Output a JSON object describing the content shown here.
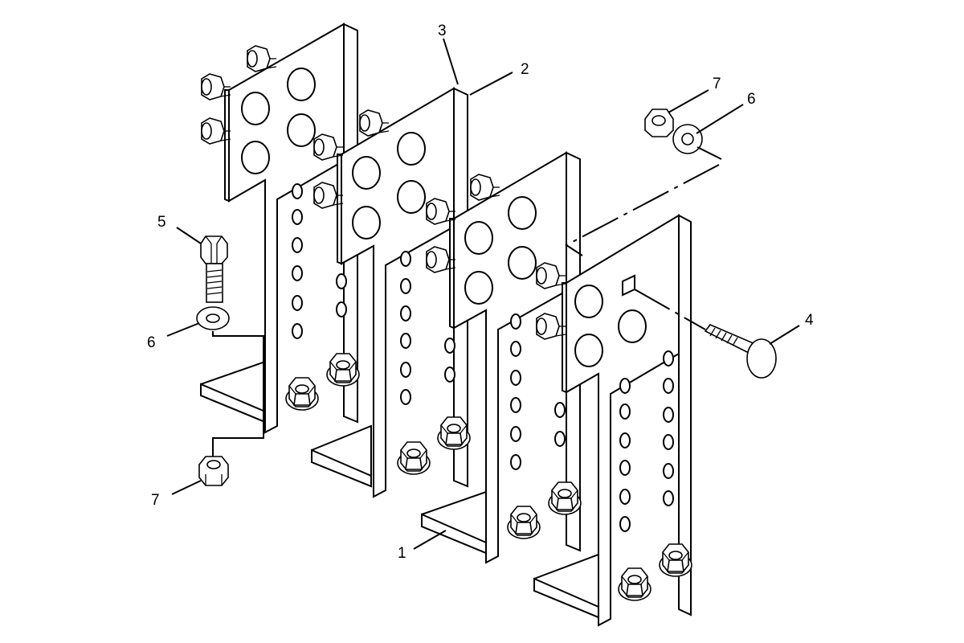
{
  "callouts": {
    "part_1": "1",
    "part_2": "2",
    "part_3": "3",
    "part_4": "4",
    "part_5": "5",
    "part_6_left": "6",
    "part_6_right": "6",
    "part_7_left": "7",
    "part_7_right": "7"
  },
  "parts_shown": [
    {
      "id": "1",
      "icon": "angle-bracket-icon"
    },
    {
      "id": "2",
      "icon": "bus-bar-plate-icon"
    },
    {
      "id": "3",
      "icon": "bus-bar-plate-icon"
    },
    {
      "id": "4",
      "icon": "carriage-bolt-icon"
    },
    {
      "id": "5",
      "icon": "hex-bolt-icon"
    },
    {
      "id": "6",
      "icon": "flat-washer-icon"
    },
    {
      "id": "7",
      "icon": "hex-nut-icon"
    }
  ],
  "colors": {
    "line": "#000000",
    "background": "#ffffff"
  }
}
